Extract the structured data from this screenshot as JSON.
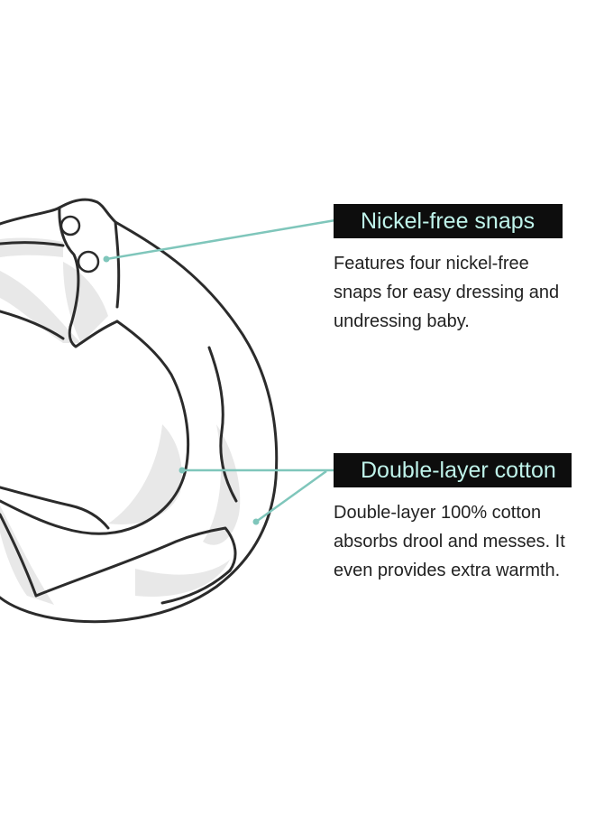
{
  "callouts": [
    {
      "label": "Nickel-free snaps",
      "description": "Features four nickel-free snaps for easy dressing and undressing baby."
    },
    {
      "label": "Double-layer cotton",
      "description": "Double-layer 100% cotton absorbs drool and messes. It even provides extra warmth."
    }
  ],
  "colors": {
    "label_background": "#0d0d0d",
    "label_text": "#bff3ea",
    "leader_line": "#7fc6bb",
    "outline": "#2b2b2b",
    "shading": "#e6e6e6"
  },
  "icons": [
    "bib-illustration",
    "snap-icon"
  ]
}
